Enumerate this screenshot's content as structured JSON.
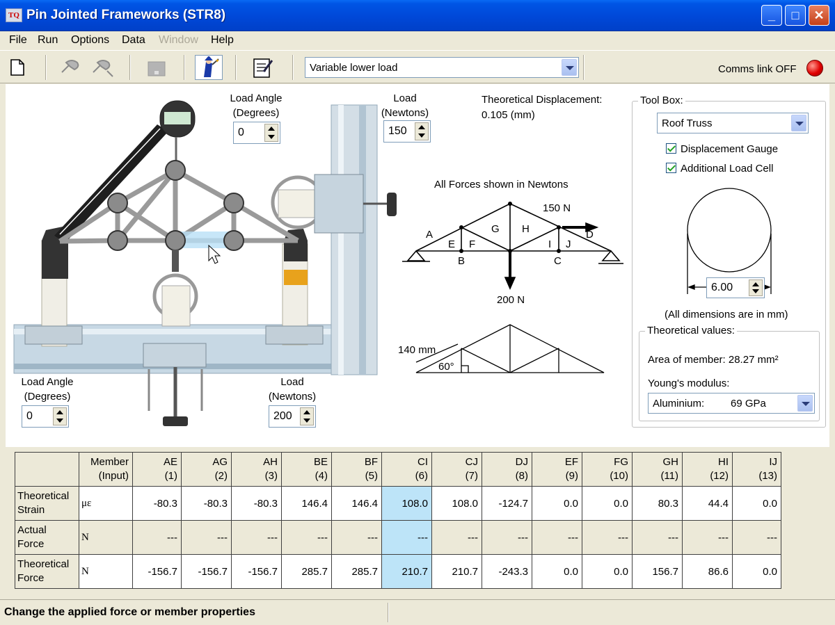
{
  "window": {
    "title": "Pin Jointed Frameworks (STR8)",
    "logo": "TQ"
  },
  "menu": [
    "File",
    "Run",
    "Options",
    "Data",
    "Window",
    "Help"
  ],
  "toolbar": {
    "experiment": "Variable lower load",
    "comms_label": "Comms link OFF",
    "comms_color": "#e00000"
  },
  "rig": {
    "upper_angle_label": "Load Angle\n(Degrees)",
    "upper_angle": "0",
    "upper_load_label": "Load\n(Newtons)",
    "upper_load": "150",
    "lower_angle_label": "Load Angle\n(Degrees)",
    "lower_angle": "0",
    "lower_load_label": "Load\n(Newtons)",
    "lower_load": "200"
  },
  "displacement": {
    "label": "Theoretical Displacement:",
    "value": "0.105 (mm)"
  },
  "diagram": {
    "caption": "All Forces shown in Newtons",
    "force_top": "150 N",
    "force_bottom": "200 N",
    "labels": [
      "A",
      "E",
      "F",
      "B",
      "G",
      "H",
      "I",
      "J",
      "C",
      "D"
    ],
    "dim_len": "140 mm",
    "dim_angle": "60°"
  },
  "toolbox": {
    "title": "Tool Box:",
    "truss_type": "Roof Truss",
    "displacement_gauge": "Displacement Gauge",
    "additional_load_cell": "Additional Load Cell",
    "diameter": "6.00",
    "dims_note": "(All dimensions are in mm)",
    "theory_title": "Theoretical values:",
    "area": "Area of member: 28.27 mm²",
    "youngs_label": "Young's modulus:",
    "material": "Aluminium:",
    "modulus": "69 GPa"
  },
  "table": {
    "member_header": [
      "Member",
      "(Input)"
    ],
    "columns": [
      {
        "name": "AE",
        "num": "(1)"
      },
      {
        "name": "AG",
        "num": "(2)"
      },
      {
        "name": "AH",
        "num": "(3)"
      },
      {
        "name": "BE",
        "num": "(4)"
      },
      {
        "name": "BF",
        "num": "(5)"
      },
      {
        "name": "CI",
        "num": "(6)"
      },
      {
        "name": "CJ",
        "num": "(7)"
      },
      {
        "name": "DJ",
        "num": "(8)"
      },
      {
        "name": "EF",
        "num": "(9)"
      },
      {
        "name": "FG",
        "num": "(10)"
      },
      {
        "name": "GH",
        "num": "(11)"
      },
      {
        "name": "HI",
        "num": "(12)"
      },
      {
        "name": "IJ",
        "num": "(13)"
      }
    ],
    "rows": [
      {
        "label": [
          "Theoretical",
          "Strain"
        ],
        "unit": "με",
        "values": [
          "-80.3",
          "-80.3",
          "-80.3",
          "146.4",
          "146.4",
          "108.0",
          "108.0",
          "-124.7",
          "0.0",
          "0.0",
          "80.3",
          "44.4",
          "0.0"
        ]
      },
      {
        "label": [
          "Actual",
          "Force"
        ],
        "unit": "N",
        "values": [
          "---",
          "---",
          "---",
          "---",
          "---",
          "---",
          "---",
          "---",
          "---",
          "---",
          "---",
          "---",
          "---"
        ]
      },
      {
        "label": [
          "Theoretical",
          "Force"
        ],
        "unit": "N",
        "values": [
          "-156.7",
          "-156.7",
          "-156.7",
          "285.7",
          "285.7",
          "210.7",
          "210.7",
          "-243.3",
          "0.0",
          "0.0",
          "156.7",
          "86.6",
          "0.0"
        ]
      }
    ]
  },
  "status": "Change the applied force or member properties"
}
